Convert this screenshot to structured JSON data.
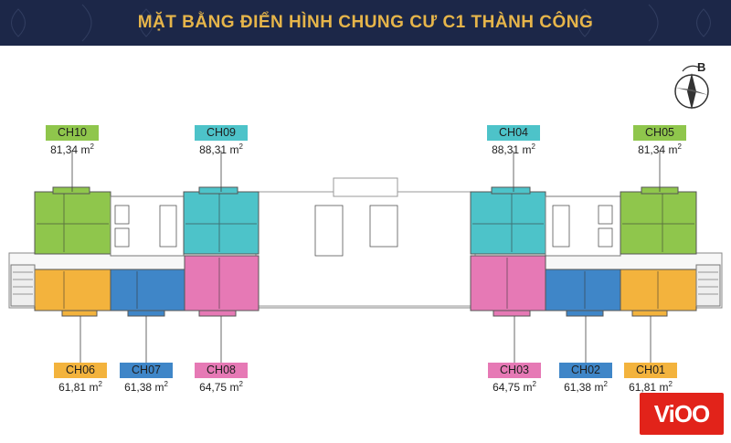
{
  "header": {
    "title": "MẶT BẰNG ĐIỂN HÌNH CHUNG CƯ C1 THÀNH CÔNG"
  },
  "colors": {
    "header_bg": "#1c2748",
    "title": "#e6b54a",
    "green": "#8fc64c",
    "cyan": "#4dc3c9",
    "orange": "#f3b33d",
    "blue": "#3f86c8",
    "pink": "#e679b5",
    "logo_red": "#e2231a"
  },
  "units": {
    "ch10": {
      "code": "CH10",
      "area": "81,34",
      "color": "#8fc64c"
    },
    "ch09": {
      "code": "CH09",
      "area": "88,31",
      "color": "#4dc3c9"
    },
    "ch04": {
      "code": "CH04",
      "area": "88,31",
      "color": "#4dc3c9"
    },
    "ch05": {
      "code": "CH05",
      "area": "81,34",
      "color": "#8fc64c"
    },
    "ch06": {
      "code": "CH06",
      "area": "61,81",
      "color": "#f3b33d"
    },
    "ch07": {
      "code": "CH07",
      "area": "61,38",
      "color": "#3f86c8"
    },
    "ch08": {
      "code": "CH08",
      "area": "64,75",
      "color": "#e679b5"
    },
    "ch03": {
      "code": "CH03",
      "area": "64,75",
      "color": "#e679b5"
    },
    "ch02": {
      "code": "CH02",
      "area": "61,38",
      "color": "#3f86c8"
    },
    "ch01": {
      "code": "CH01",
      "area": "61,81",
      "color": "#f3b33d"
    }
  },
  "area_unit": "m",
  "area_unit_power": "2",
  "compass": {
    "letter": "B"
  },
  "logo": {
    "text": "ViOO"
  }
}
